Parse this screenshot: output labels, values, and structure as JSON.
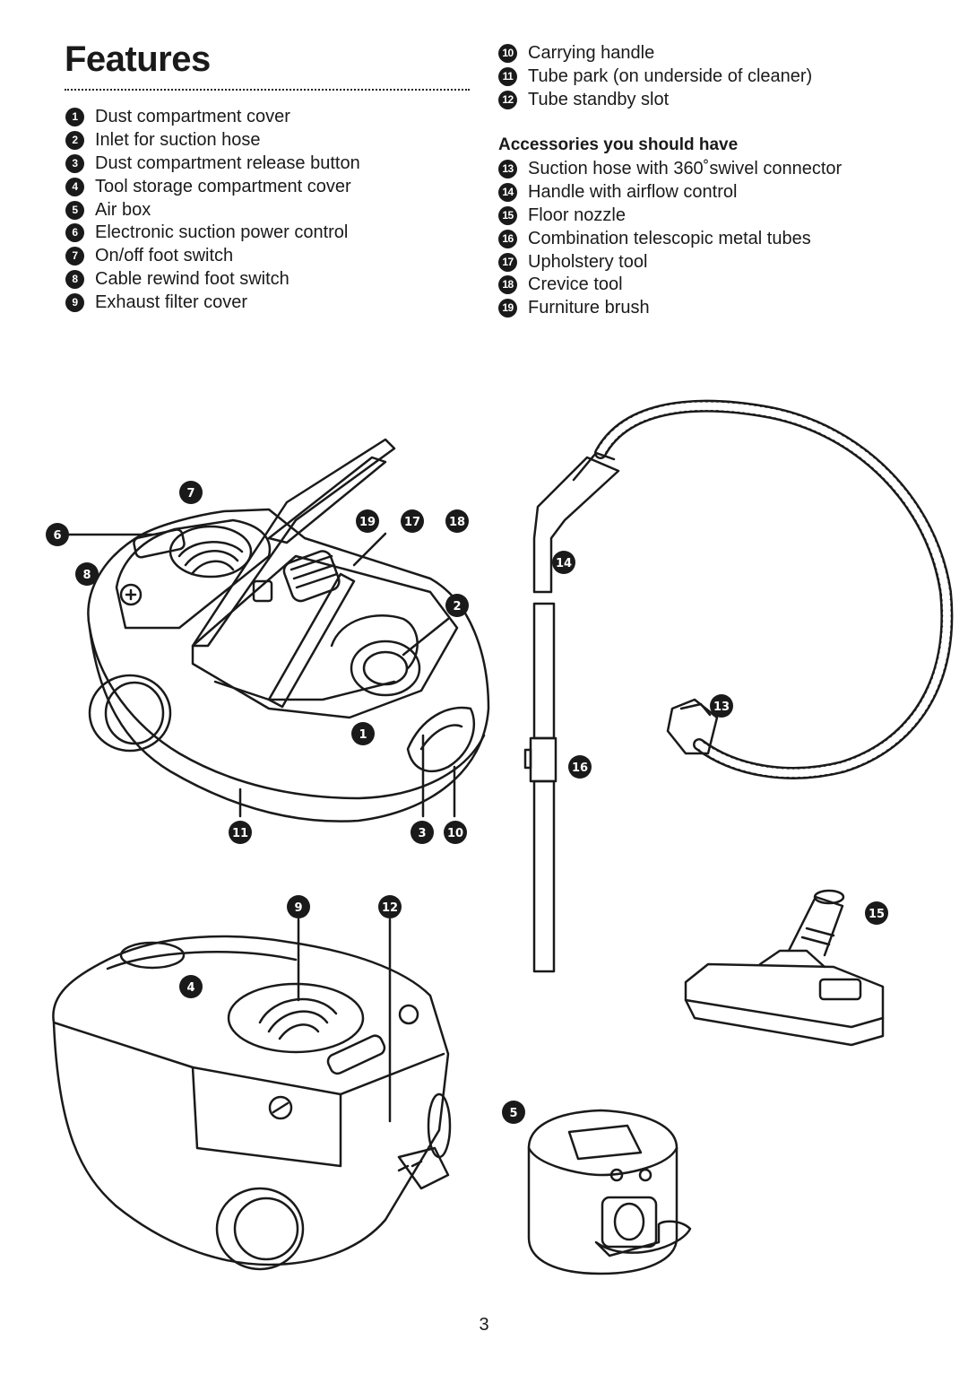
{
  "title": "Features",
  "features": [
    {
      "num": "1",
      "label": "Dust compartment cover"
    },
    {
      "num": "2",
      "label": "Inlet for suction hose"
    },
    {
      "num": "3",
      "label": "Dust compartment release button"
    },
    {
      "num": "4",
      "label": "Tool storage compartment cover"
    },
    {
      "num": "5",
      "label": "Air box"
    },
    {
      "num": "6",
      "label": "Electronic suction power control"
    },
    {
      "num": "7",
      "label": "On/off foot switch"
    },
    {
      "num": "8",
      "label": "Cable rewind foot switch"
    },
    {
      "num": "9",
      "label": "Exhaust filter cover"
    }
  ],
  "features_cont": [
    {
      "num": "10",
      "label": "Carrying handle"
    },
    {
      "num": "11",
      "label": "Tube park (on underside of cleaner)"
    },
    {
      "num": "12",
      "label": "Tube standby slot"
    }
  ],
  "accessories_heading": "Accessories you should have",
  "accessories": [
    {
      "num": "13",
      "label": "Suction hose with 360˚swivel connector"
    },
    {
      "num": "14",
      "label": "Handle with airflow control"
    },
    {
      "num": "15",
      "label": "Floor nozzle"
    },
    {
      "num": "16",
      "label": "Combination telescopic metal tubes"
    },
    {
      "num": "17",
      "label": "Upholstery tool"
    },
    {
      "num": "18",
      "label": "Crevice tool"
    },
    {
      "num": "19",
      "label": "Furniture brush"
    }
  ],
  "callouts": {
    "c7": "7",
    "c6": "6",
    "c8": "8",
    "c19": "19",
    "c17": "17",
    "c18": "18",
    "c2": "2",
    "c1": "1",
    "c11": "11",
    "c3": "3",
    "c10": "10",
    "c9": "9",
    "c12": "12",
    "c4": "4",
    "c14": "14",
    "c13": "13",
    "c16": "16",
    "c15": "15",
    "c5": "5"
  },
  "page_number": "3"
}
